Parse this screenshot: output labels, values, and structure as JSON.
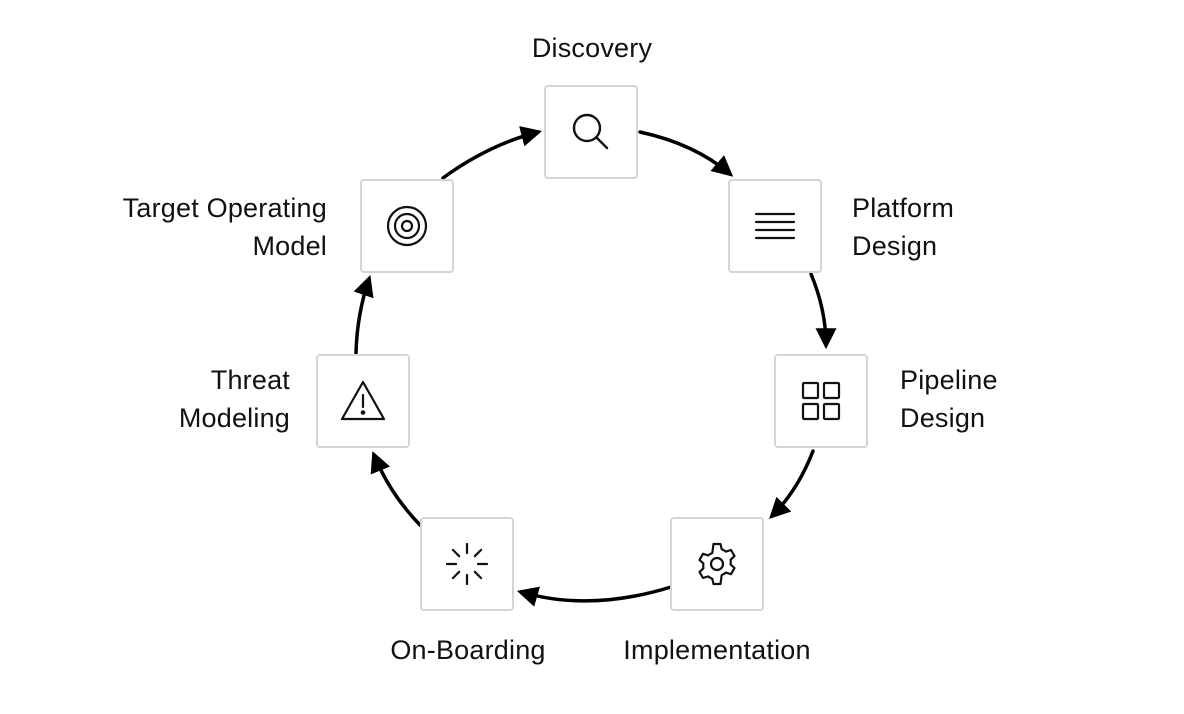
{
  "diagram": {
    "type": "cycle",
    "stages": [
      {
        "id": "discovery",
        "label_lines": [
          "Discovery"
        ],
        "icon": "search-icon"
      },
      {
        "id": "platform-design",
        "label_lines": [
          "Platform",
          "Design"
        ],
        "icon": "list-lines-icon"
      },
      {
        "id": "pipeline-design",
        "label_lines": [
          "Pipeline",
          "Design"
        ],
        "icon": "grid-icon"
      },
      {
        "id": "implementation",
        "label_lines": [
          "Implementation"
        ],
        "icon": "gear-icon"
      },
      {
        "id": "on-boarding",
        "label_lines": [
          "On-Boarding"
        ],
        "icon": "loader-icon"
      },
      {
        "id": "threat-modeling",
        "label_lines": [
          "Threat",
          "Modeling"
        ],
        "icon": "warning-icon"
      },
      {
        "id": "target-operating-model",
        "label_lines": [
          "Target Operating",
          "Model"
        ],
        "icon": "target-icon"
      }
    ],
    "colors": {
      "text": "#111111",
      "box_border": "#d4d4d4",
      "arrow": "#000000",
      "icon": "#111111"
    }
  }
}
